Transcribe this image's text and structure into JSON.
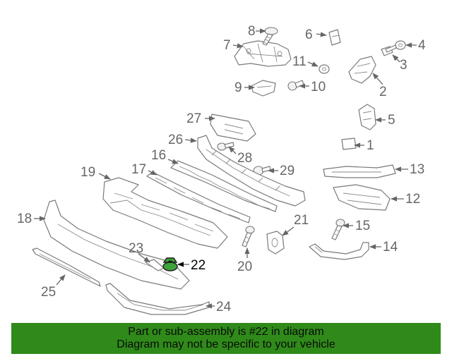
{
  "colors": {
    "banner_background": "#2f8a1a",
    "highlight_part": "#3ea33a",
    "line_art": "#7a7a7a",
    "label_text": "#666666"
  },
  "callouts": {
    "c1": "1",
    "c2": "2",
    "c3": "3",
    "c4": "4",
    "c5": "5",
    "c6": "6",
    "c7": "7",
    "c8": "8",
    "c9": "9",
    "c10": "10",
    "c11": "11",
    "c12": "12",
    "c13": "13",
    "c14": "14",
    "c15": "15",
    "c16": "16",
    "c17": "17",
    "c18": "18",
    "c19": "19",
    "c20": "20",
    "c21": "21",
    "c22": "22",
    "c23": "23",
    "c24": "24",
    "c25": "25",
    "c26": "26",
    "c27": "27",
    "c28": "28",
    "c29": "29"
  },
  "highlighted_callout": "22",
  "banner": {
    "line1": "Part or sub-assembly is #22 in diagram",
    "line2": "Diagram may not be specific to your vehicle"
  }
}
